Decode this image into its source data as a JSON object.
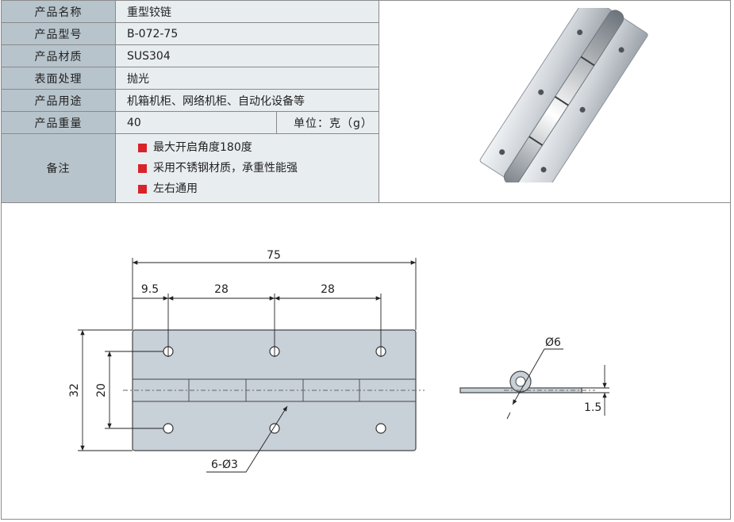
{
  "spec_table": {
    "rows": [
      {
        "label": "产品名称",
        "value": "重型铰链"
      },
      {
        "label": "产品型号",
        "value": "B-072-75"
      },
      {
        "label": "产品材质",
        "value": "SUS304"
      },
      {
        "label": "表面处理",
        "value": "抛光"
      },
      {
        "label": "产品用途",
        "value": "机箱机柜、网络机柜、自动化设备等"
      },
      {
        "label": "产品重量",
        "value": "40",
        "unit": "单位：克（g）"
      }
    ],
    "notes_label": "备注",
    "notes": [
      "最大开启角度180度",
      "采用不锈钢材质，承重性能强",
      "左右通用"
    ],
    "bullet_color": "#d8232a"
  },
  "drawing": {
    "dim_total_width": "75",
    "dim_left_offset": "9.5",
    "dim_pitch_1": "28",
    "dim_pitch_2": "28",
    "dim_height": "32",
    "dim_hole_spacing": "20",
    "dim_holes": "6-Ø3",
    "dim_knuckle": "Ø6",
    "dim_thickness": "1.5"
  },
  "colors": {
    "label_bg": "#b8c4cc",
    "value_bg": "#e8edf0",
    "drawing_fill": "#c8d0d8"
  }
}
